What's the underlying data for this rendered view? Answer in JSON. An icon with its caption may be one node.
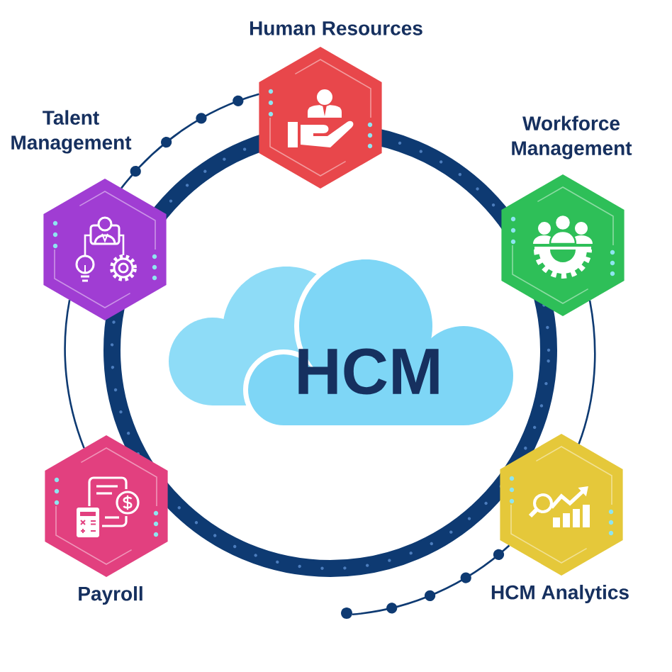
{
  "diagram": {
    "nodes": [
      {
        "text": [
          "Human Resources"
        ]
      },
      {
        "text": [
          "Talent Management"
        ]
      },
      {
        "text": [
          "Workforce Management"
        ]
      },
      {
        "text": [
          "HCM"
        ]
      },
      {
        "text": [
          "Payroll"
        ]
      },
      {
        "text": [
          "HCM Analytics"
        ]
      },
      {
        "text": [],
        "shape": "circle"
      }
    ],
    "edges": [
      {
        "from": 1,
        "to": 0,
        "arrow": "none"
      },
      {
        "from": 1,
        "to": 4,
        "arrow": "none"
      },
      {
        "from": 2,
        "to": 5,
        "arrow": "none"
      },
      {
        "from": 5,
        "to": 6,
        "arrow": "none"
      }
    ]
  }
}
